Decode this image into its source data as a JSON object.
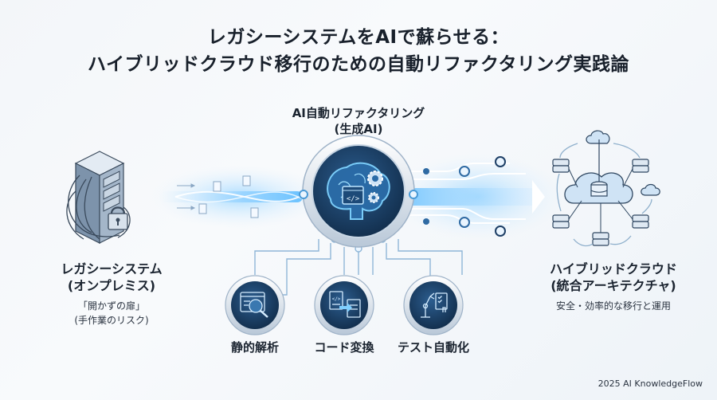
{
  "title": {
    "line1": "レガシーシステムをAIで蘇らせる：",
    "line2": "ハイブリッドクラウド移行のための自動リファクタリング実践論"
  },
  "center": {
    "title_line1": "AI自動リファクタリング",
    "title_line2": "(生成AI)",
    "icon": "brain-code-gear-icon"
  },
  "left_node": {
    "title_line1": "レガシーシステム",
    "title_line2": "(オンプレミス)",
    "sub_line1": "「開かずの扉」",
    "sub_line2": "(手作業のリスク)",
    "icon": "locked-server-icon"
  },
  "right_node": {
    "title_line1": "ハイブリッドクラウド",
    "title_line2": "(統合アーキテクチャ)",
    "sub_line1": "安全・効率的な移行と運用",
    "icon": "cloud-network-icon"
  },
  "sub_processes": [
    {
      "label": "静的解析",
      "icon": "magnifier-code-icon"
    },
    {
      "label": "コード変換",
      "icon": "document-transform-icon"
    },
    {
      "label": "テスト自動化",
      "icon": "robot-arm-checklist-icon"
    }
  ],
  "footer": "2025 AI KnowledgeFlow",
  "colors": {
    "background": "#f4f7fa",
    "circle_dark": "#1e3f66",
    "glow": "#6ec6ff",
    "text": "#1b2430",
    "accent": "#2f7fc8"
  }
}
